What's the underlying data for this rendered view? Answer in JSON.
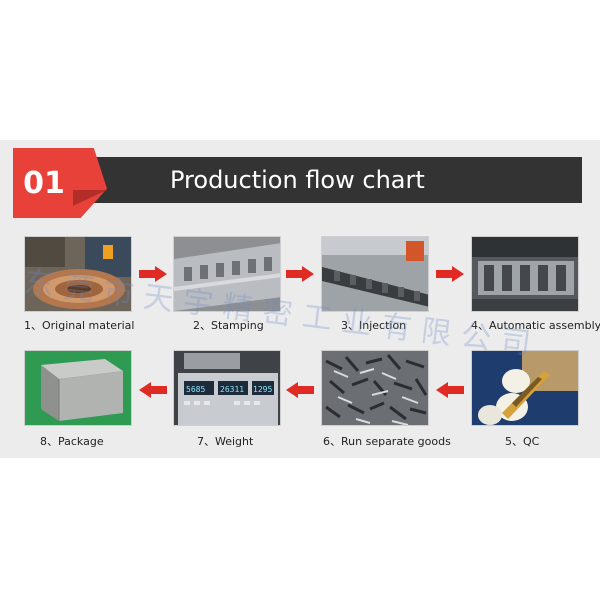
{
  "header": {
    "badge_number": "01",
    "title": "Production flow chart"
  },
  "steps": [
    {
      "label": "1、Original material"
    },
    {
      "label": "2、Stamping"
    },
    {
      "label": "3、Injection"
    },
    {
      "label": "4、Automatic assembly"
    },
    {
      "label": "5、QC"
    },
    {
      "label": "6、Run separate goods"
    },
    {
      "label": "7、Weight"
    },
    {
      "label": "8、Package"
    }
  ],
  "scale_display": {
    "weight": "5685",
    "price": "26311",
    "total": "1295"
  },
  "watermark": "东莞市天宇精密工业有限公司",
  "colors": {
    "accent": "#e8413a",
    "header_bar": "#333333",
    "panel": "#ececec",
    "arrow": "#e02a24"
  }
}
